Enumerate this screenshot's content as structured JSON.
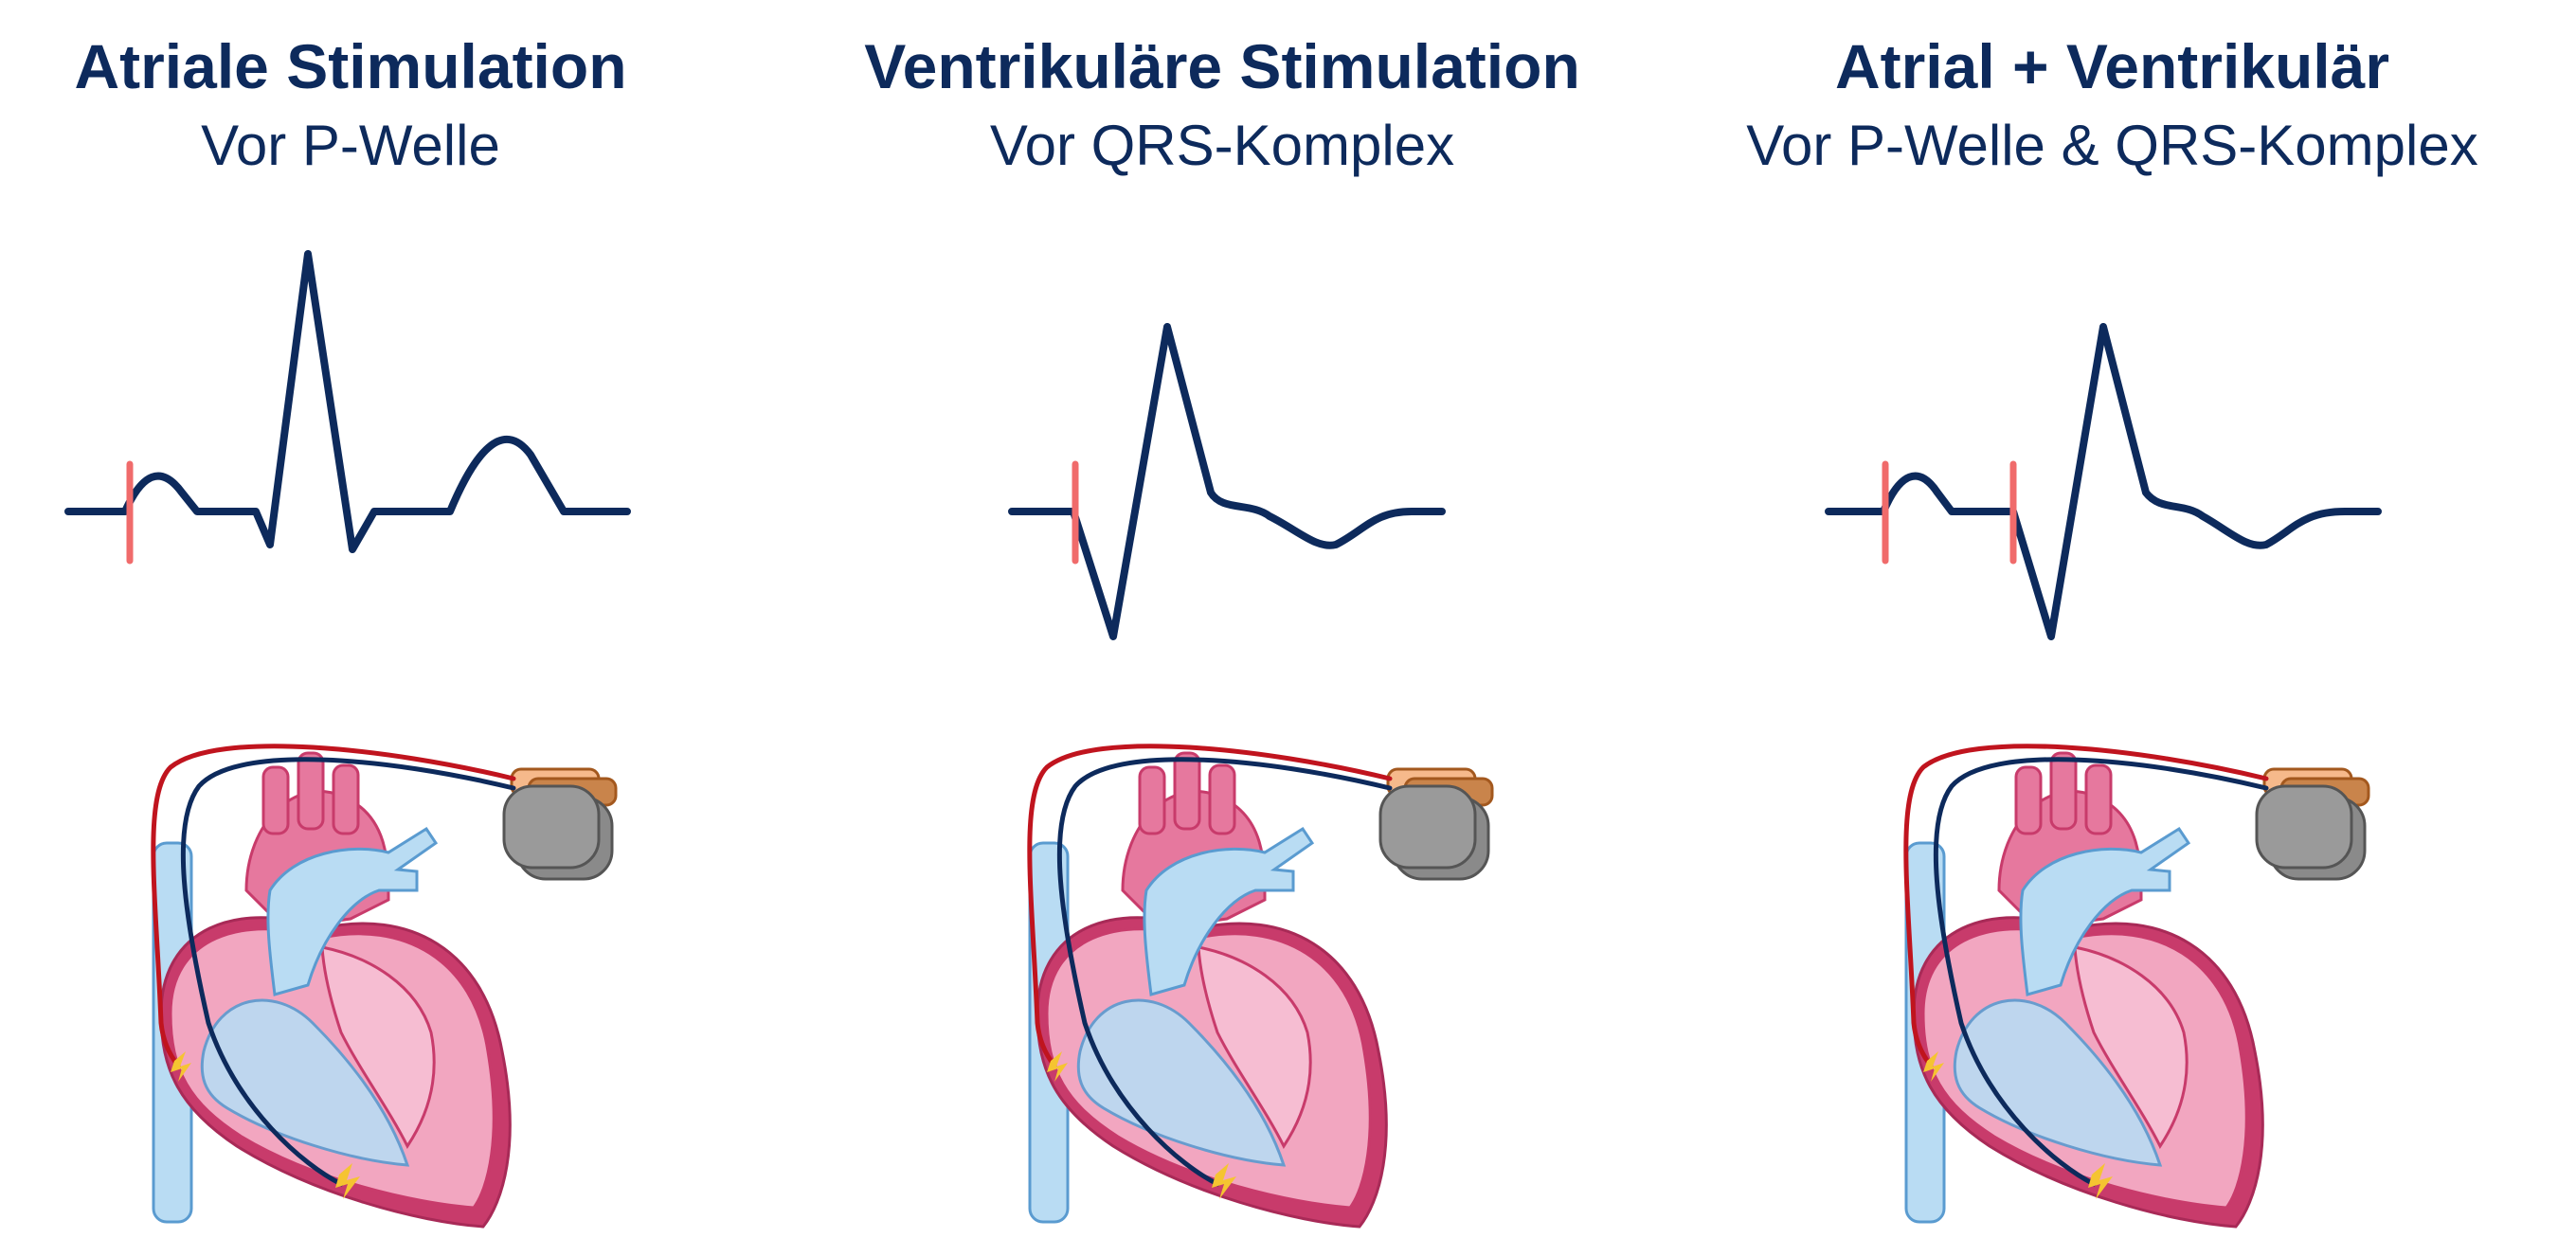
{
  "panels": [
    {
      "title": "Atriale Stimulation",
      "subtitle": "Vor P-Welle",
      "ecg_variant": "atrial",
      "spike_count": 1
    },
    {
      "title": "Ventrikuläre Stimulation",
      "subtitle": "Vor QRS-Komplex",
      "ecg_variant": "ventricular",
      "spike_count": 1
    },
    {
      "title": "Atrial + Ventrikulär",
      "subtitle": "Vor P-Welle & QRS-Komplex",
      "ecg_variant": "dual",
      "spike_count": 2
    }
  ],
  "colors": {
    "text": "#0d2a5c",
    "ecg_trace": "#0d2a5c",
    "pacing_spike": "#f06b6b",
    "lead_atrial": "#c0141e",
    "lead_ventricular": "#0d2a5c",
    "pacemaker_header": "#f6b98b",
    "pacemaker_body": "#9a9a9a",
    "heart_pink": "#f2a6c0",
    "heart_dark": "#c83b6b",
    "vessel_blue": "#b9dcf3",
    "spark": "#f5c431"
  }
}
